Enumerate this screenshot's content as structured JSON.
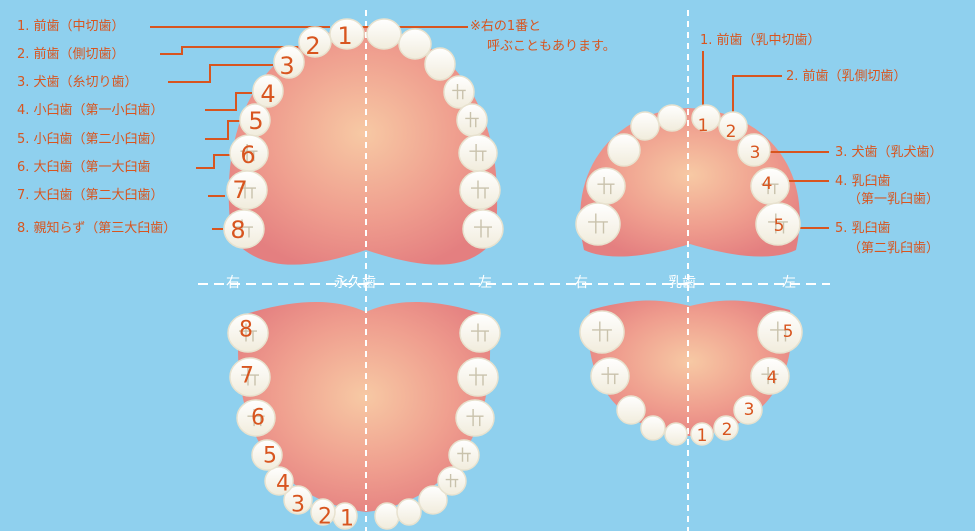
{
  "permanent": {
    "labels": [
      "1. 前歯（中切歯）",
      "2. 前歯（側切歯）",
      "3. 犬歯（糸切り歯）",
      "4. 小臼歯（第一小臼歯）",
      "5. 小臼歯（第二小臼歯）",
      "6. 大臼歯（第一大臼歯",
      "7. 大臼歯（第二大臼歯）",
      "8. 親知らず（第三大臼歯）"
    ],
    "upper_numbers": [
      "1",
      "2",
      "3",
      "4",
      "5",
      "6",
      "7",
      "8"
    ],
    "lower_numbers": [
      "1",
      "2",
      "3",
      "4",
      "5",
      "6",
      "7",
      "8"
    ],
    "note": [
      "※右の1番と",
      "呼ぶこともあります。"
    ],
    "label": "永久歯",
    "right": "右",
    "left": "左"
  },
  "primary": {
    "labels": [
      "1. 前歯（乳中切歯）",
      "2. 前歯（乳側切歯）",
      "3. 犬歯（乳犬歯）",
      "4. 乳臼歯",
      "（第一乳臼歯）",
      "5. 乳臼歯",
      "（第二乳臼歯）"
    ],
    "upper_numbers": [
      "1",
      "2",
      "3",
      "4",
      "5"
    ],
    "lower_numbers": [
      "1",
      "2",
      "3",
      "4",
      "5"
    ],
    "label": "乳歯",
    "right": "右",
    "left": "左"
  },
  "colors": {
    "background": "#8fd0ee",
    "accent": "#d8551f",
    "gum": "#e98786",
    "tooth": "#fbfaf4",
    "tooth_edge": "#e8e2cf",
    "divider": "#ffffff"
  }
}
